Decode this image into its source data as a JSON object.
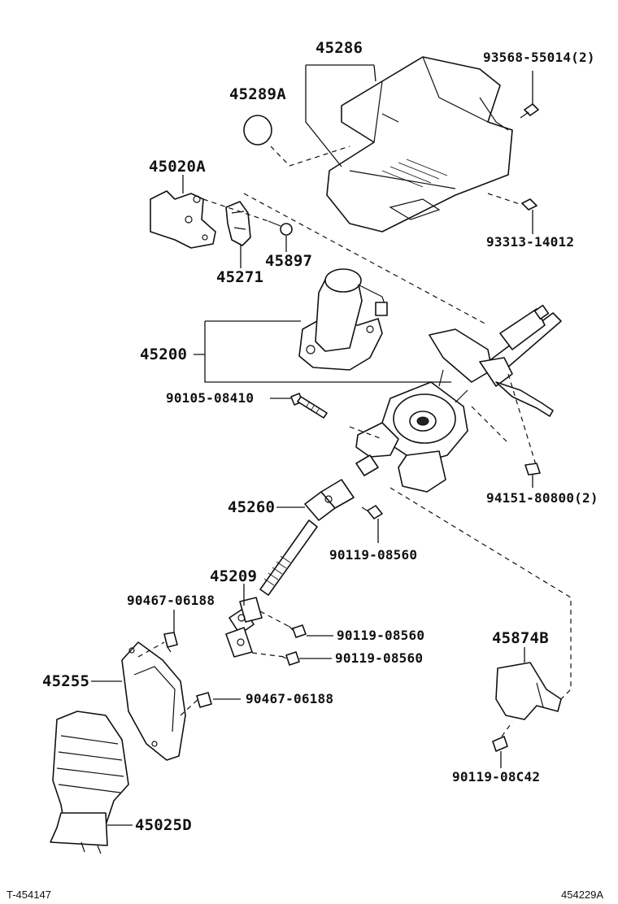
{
  "labels": {
    "p45286": "45286",
    "p93568": "93568-55014(2)",
    "p45289A": "45289A",
    "p45020A": "45020A",
    "p93313": "93313-14012",
    "p45897": "45897",
    "p45271": "45271",
    "p45200": "45200",
    "p90105": "90105-08410",
    "p94151": "94151-80800(2)",
    "p45260": "45260",
    "p90119a": "90119-08560",
    "p45209": "45209",
    "p90467a": "90467-06188",
    "p90119b": "90119-08560",
    "p45874B": "45874B",
    "p45255": "45255",
    "p90119c": "90119-08560",
    "p90467b": "90467-06188",
    "p90119d": "90119-08C42",
    "p45025D": "45025D"
  },
  "footer": {
    "left": "T-454147",
    "right": "454229A"
  }
}
